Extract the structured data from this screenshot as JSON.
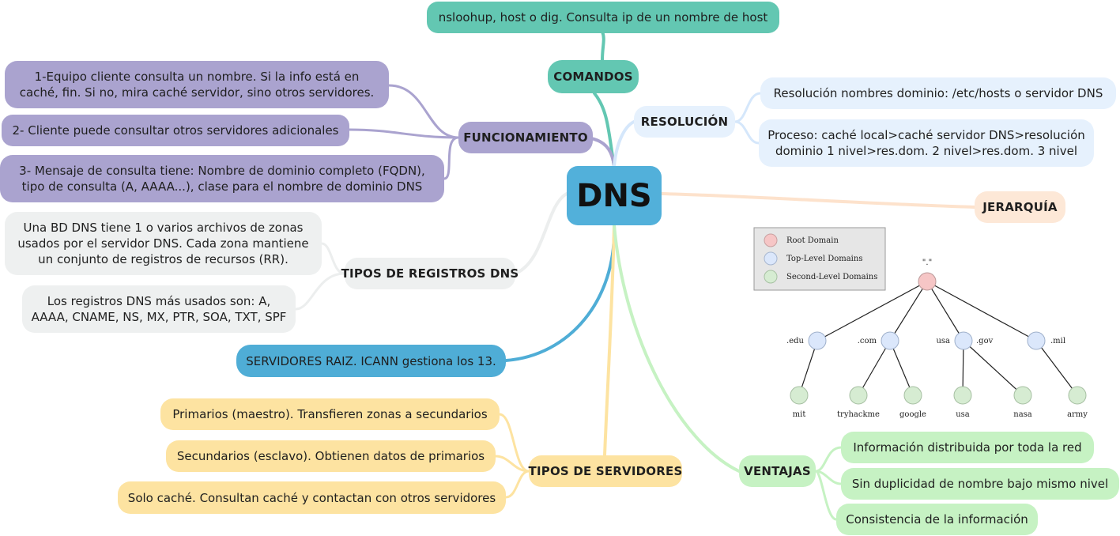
{
  "root": {
    "label": "DNS"
  },
  "comandos": {
    "label": "COMANDOS",
    "items": [
      "nsloohup, host o dig. Consulta ip de un nombre de host"
    ]
  },
  "funcionamiento": {
    "label": "FUNCIONAMIENTO",
    "items": [
      [
        "1-Equipo cliente consulta un nombre. Si la info está en",
        "caché, fin. Si no, mira caché servidor, sino otros servidores."
      ],
      [
        "2- Cliente puede consultar otros servidores adicionales"
      ],
      [
        "3- Mensaje de consulta tiene: Nombre de dominio completo (FQDN),",
        "tipo de consulta (A, AAAA...), clase para el nombre de dominio DNS"
      ]
    ]
  },
  "resolucion": {
    "label": "RESOLUCIÓN",
    "items": [
      [
        "Resolución nombres dominio: /etc/hosts o servidor DNS"
      ],
      [
        "Proceso: caché local>caché servidor DNS>resolución",
        "dominio 1 nivel>res.dom. 2 nivel>res.dom. 3 nivel"
      ]
    ]
  },
  "jerarquia": {
    "label": "JERARQUÍA"
  },
  "tipos_registros": {
    "label": "TIPOS DE REGISTROS DNS",
    "items": [
      [
        "Una BD DNS tiene 1 o varios archivos de zonas",
        "usados por el servidor DNS. Cada zona mantiene",
        "un conjunto de registros de recursos (RR)."
      ],
      [
        "Los registros DNS más usados son: A,",
        "AAAA, CNAME, NS, MX, PTR, SOA, TXT, SPF"
      ]
    ]
  },
  "servidores_raiz": {
    "label": "SERVIDORES RAIZ. ICANN gestiona los 13."
  },
  "tipos_servidores": {
    "label": "TIPOS DE SERVIDORES",
    "items": [
      "Primarios (maestro). Transfieren zonas a secundarios",
      "Secundarios (esclavo). Obtienen datos de primarios",
      "Solo caché. Consultan caché y contactan con otros servidores"
    ]
  },
  "ventajas": {
    "label": "VENTAJAS",
    "items": [
      "Información distribuida por toda la red",
      "Sin duplicidad de nombre bajo mismo nivel",
      "Consistencia de la información"
    ]
  },
  "hierarchy_image": {
    "legend": [
      {
        "label": "Root Domain",
        "color": "#f6c6c6"
      },
      {
        "label": "Top-Level Domains",
        "color": "#dbe7fb"
      },
      {
        "label": "Second-Level Domains",
        "color": "#d6ecd2"
      }
    ],
    "root": "\".\"",
    "tlds": [
      ".edu",
      ".com",
      "usa",
      ".gov",
      ".mil"
    ],
    "slds": [
      "mit",
      "tryhackme",
      "google",
      "usa",
      "nasa",
      "army"
    ]
  },
  "colors": {
    "comandos": "#63c7b2",
    "funcionamiento": "#aaa3cf",
    "resolucion": "#e6f1fd",
    "jerarquia": "#fde8d7",
    "tipos_registros": "#eef0f0",
    "servidores_raiz": "#4fadd6",
    "tipos_servidores": "#fde3a1",
    "ventajas": "#c6f2c3"
  }
}
